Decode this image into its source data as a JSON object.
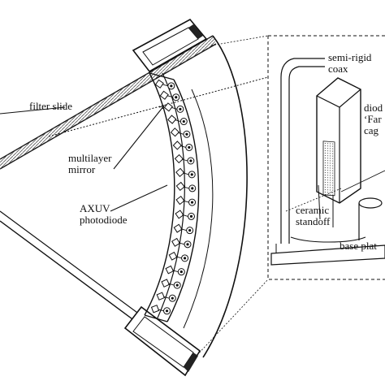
{
  "labels": {
    "filter_slide": "filter slide",
    "multilayer_mirror": "multilayer\nmirror",
    "axuv_photodiode": "AXUV\nphotodiode",
    "semi_rigid_coax": "semi-rigid\ncoax",
    "diode_faraday_cage": "diod\n‘Far\ncag",
    "ceramic_standoff": "ceramic\nstandoff",
    "base_plate": "base plat"
  },
  "colors": {
    "ink": "#111111",
    "paper": "#ffffff",
    "hatch": "#555555"
  }
}
